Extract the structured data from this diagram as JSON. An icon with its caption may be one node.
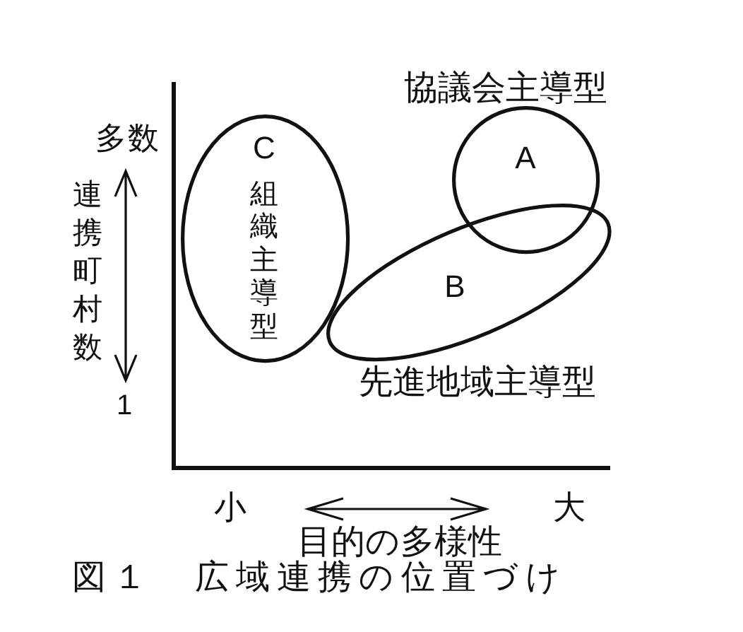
{
  "diagram": {
    "caption": "図１　広域連携の位置づけ",
    "nodes": [
      {
        "text": [
          "協議会主導型",
          "A"
        ]
      },
      {
        "text": [
          "B",
          "先進地域主導型"
        ]
      },
      {
        "text": [
          "C",
          "組織主導型"
        ]
      }
    ],
    "labels": [
      "多数",
      "連携町村数",
      "1",
      "小",
      "大",
      "目的の多様性"
    ]
  }
}
